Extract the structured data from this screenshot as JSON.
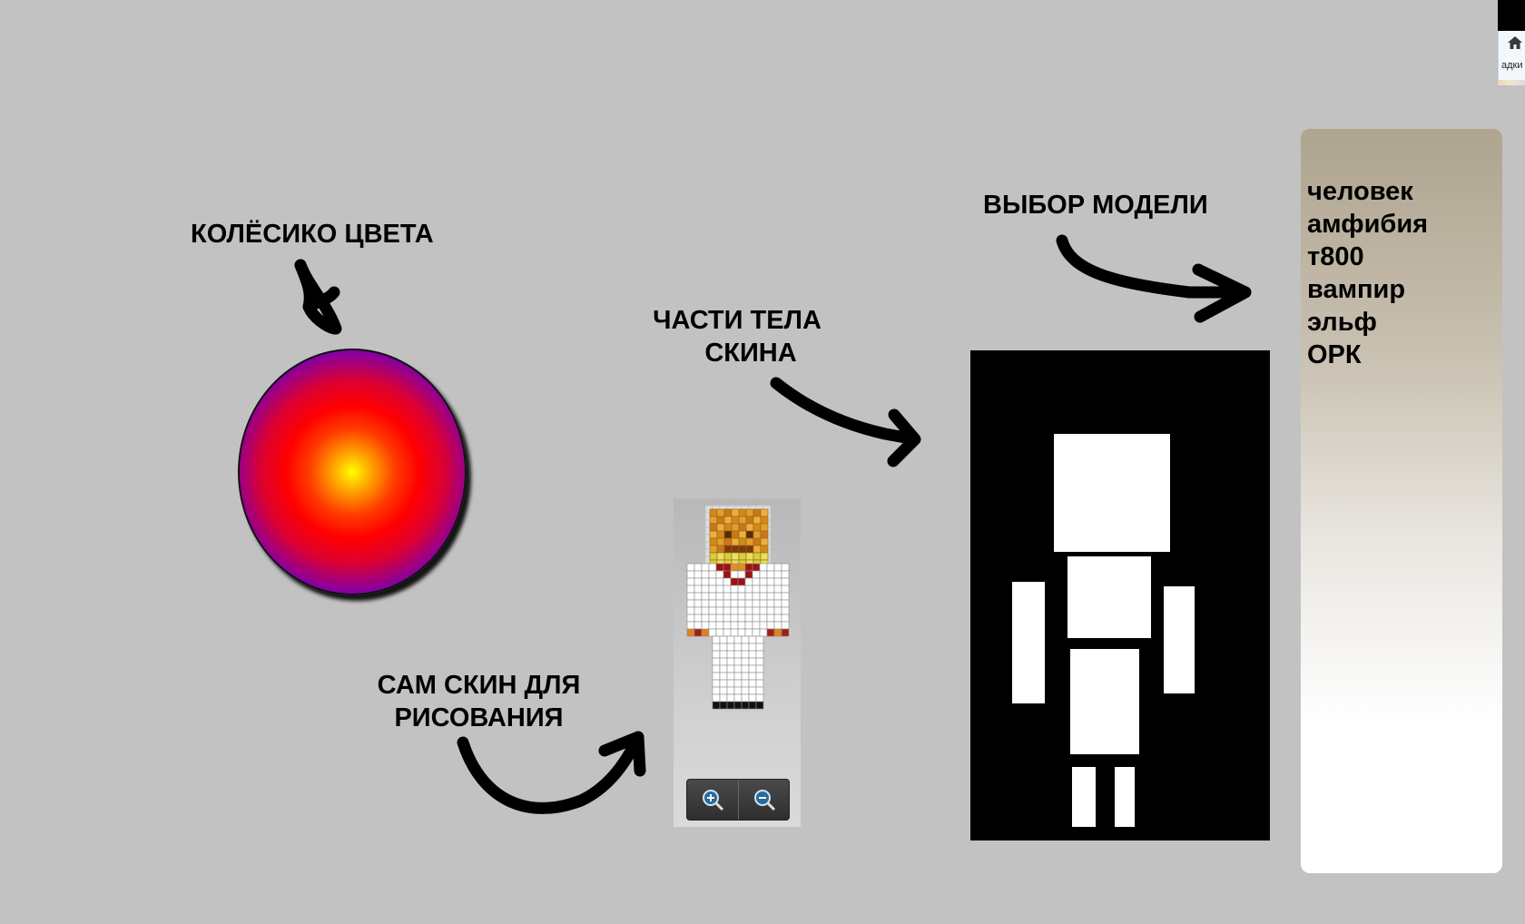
{
  "annotations": {
    "color_wheel": "КОЛЁСИКО ЦВЕТА",
    "model_select": "ВЫБОР МОДЕЛИ",
    "body_parts_line1": "ЧАСТИ ТЕЛА",
    "body_parts_line2": "СКИНА",
    "skin_line1": "САМ СКИН ДЛЯ",
    "skin_line2": "РИСОВАНИЯ"
  },
  "model_options": [
    "человек",
    "амфибия",
    "т800",
    "вампир",
    "эльф",
    "ОРК"
  ],
  "zoom": {
    "in_icon": "zoom-in-icon",
    "out_icon": "zoom-out-icon"
  },
  "corner": {
    "text": "адки",
    "icon": "home-icon"
  },
  "colors": {
    "background": "#c2c2c2",
    "parts_panel": "#000000",
    "parts": "#ffffff",
    "wheel_center": "#ffff00",
    "wheel_mid": "#ff0000",
    "wheel_edge": "#2a00c8"
  }
}
